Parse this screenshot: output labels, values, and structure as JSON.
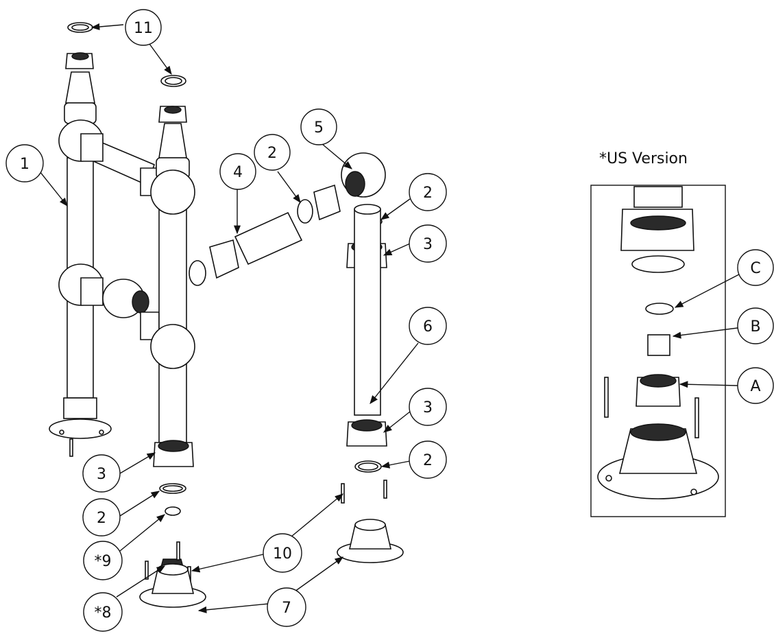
{
  "inset": {
    "title": "*US Version"
  },
  "callouts": {
    "b1": "1",
    "b2a": "2",
    "b2b": "2",
    "b2c": "2",
    "b2d": "2",
    "b3a": "3",
    "b3b": "3",
    "b3c": "3",
    "b4": "4",
    "b5": "5",
    "b6": "6",
    "b7": "7",
    "b8": "*8",
    "b9": "*9",
    "b10": "10",
    "b11": "11",
    "bA": "A",
    "bB": "B",
    "bC": "C"
  }
}
